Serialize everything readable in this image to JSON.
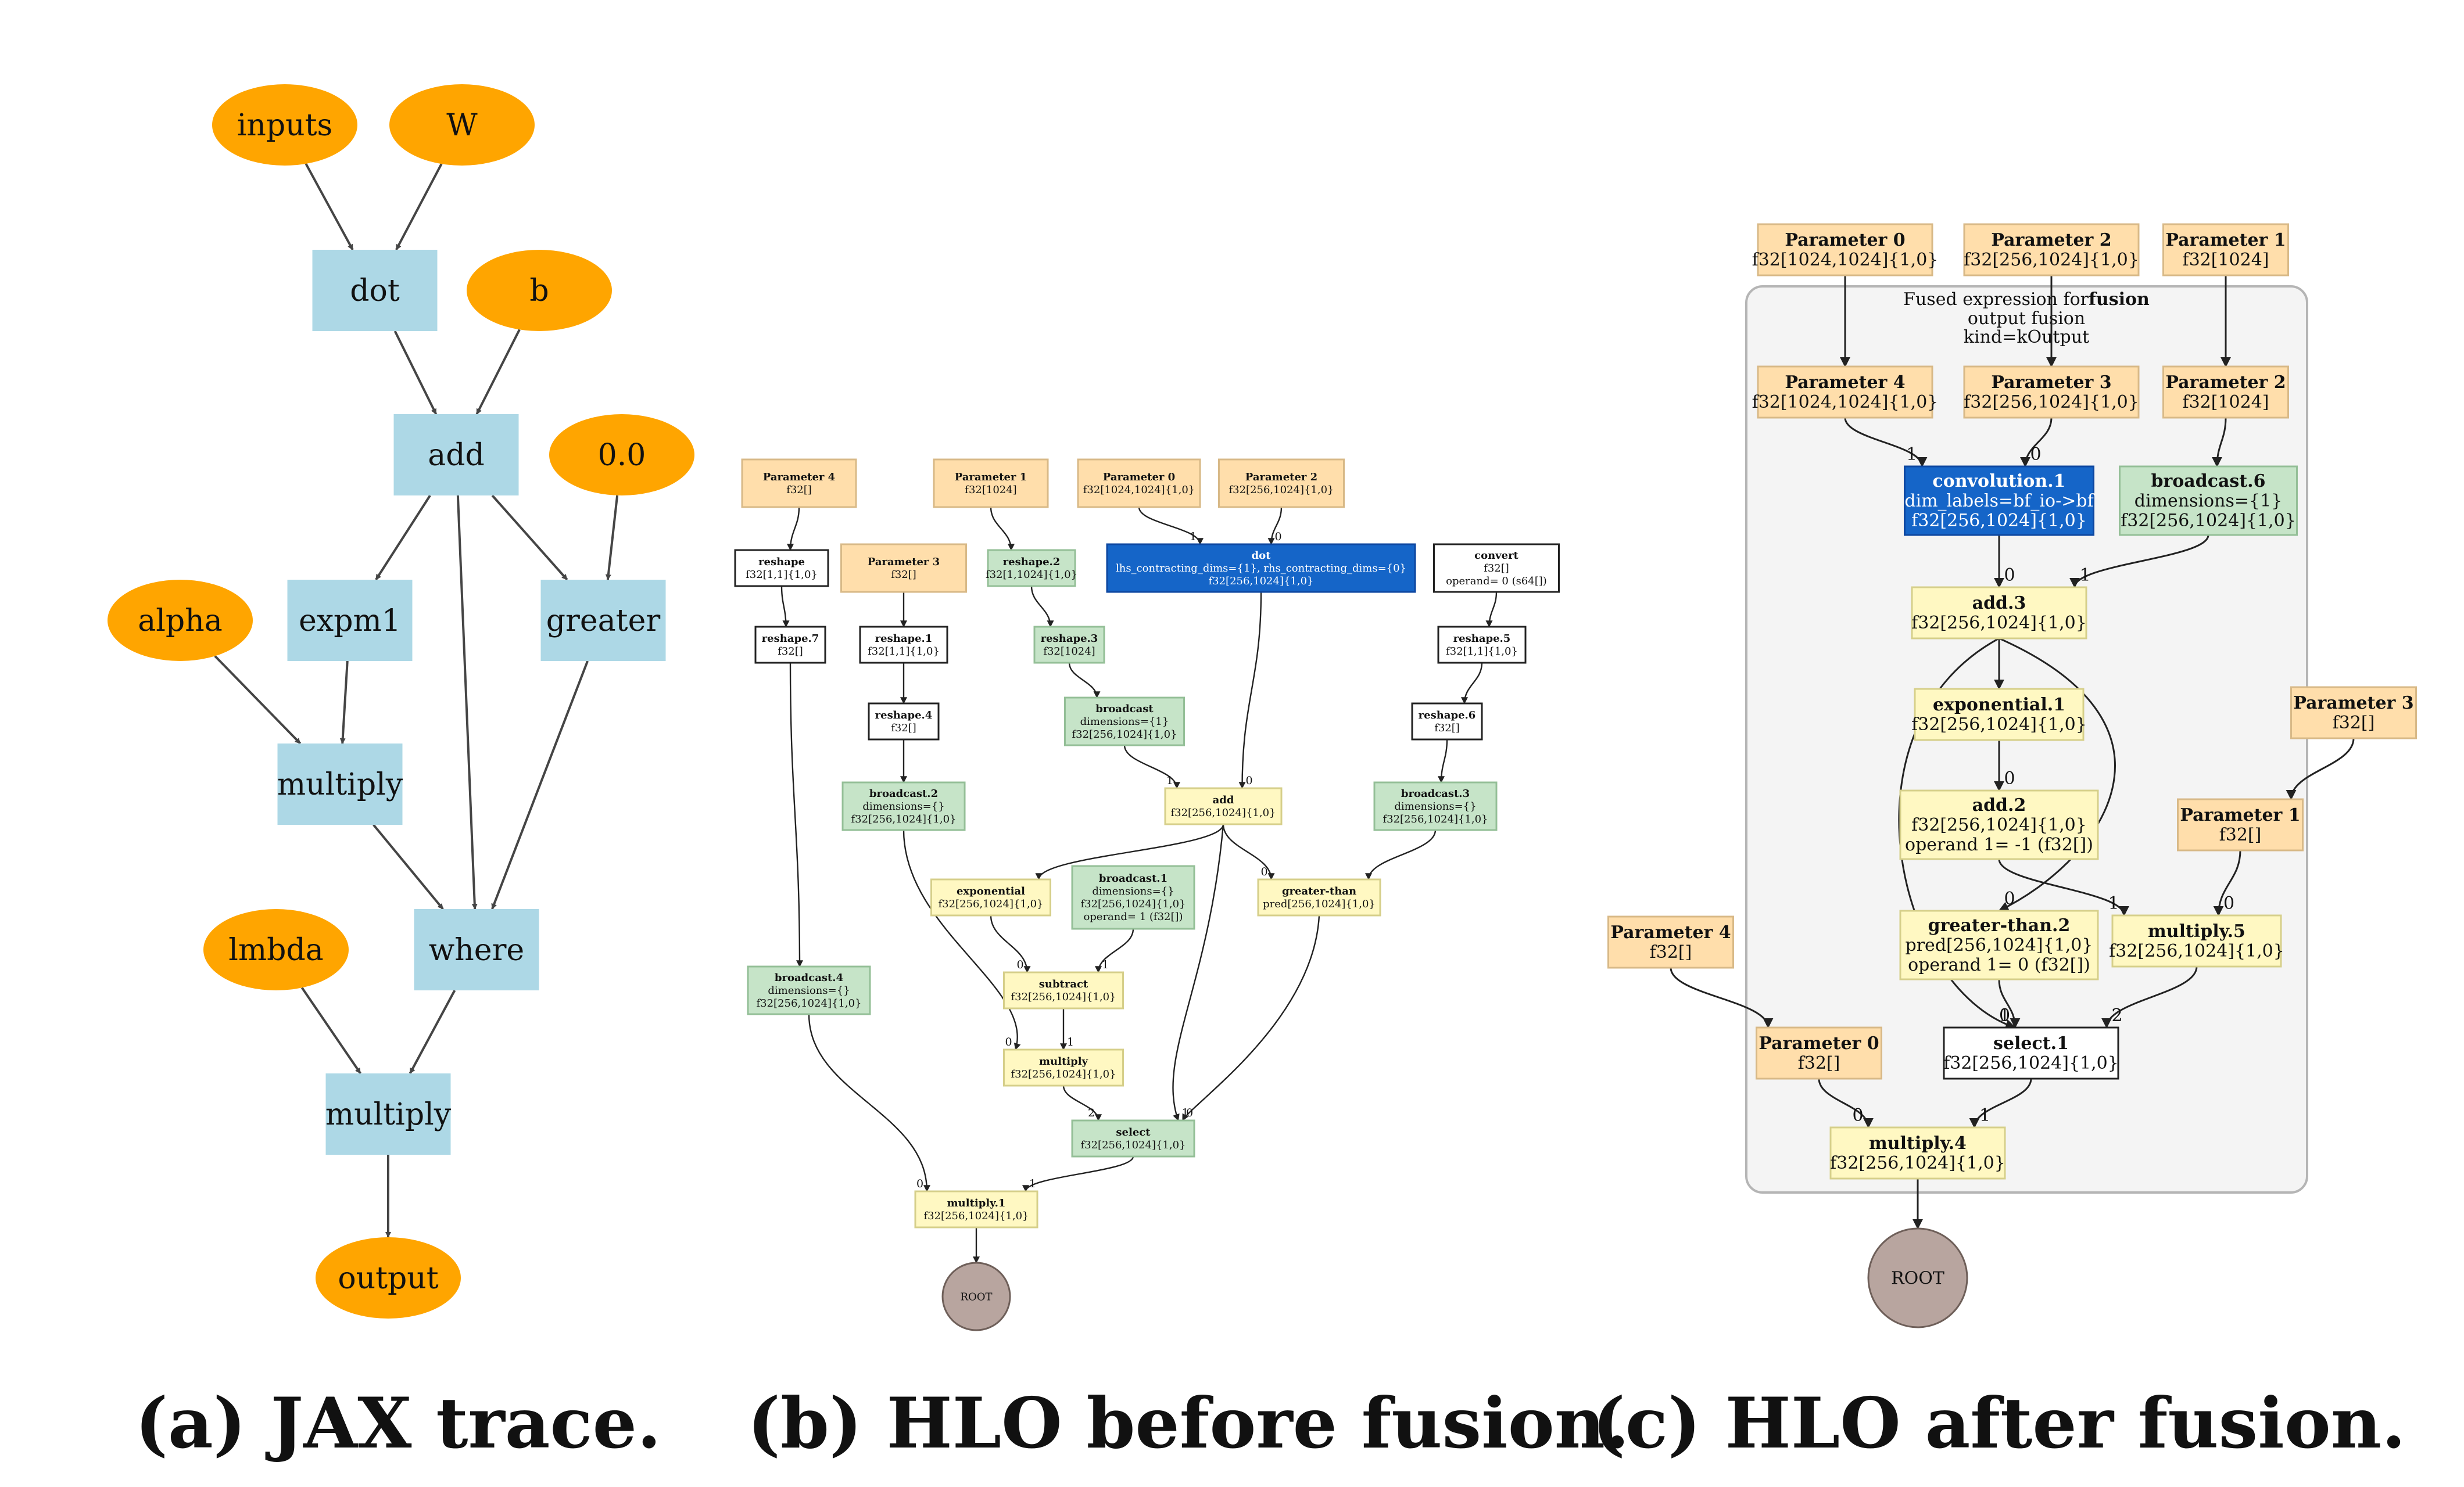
{
  "colors": {
    "jax_input": "#ffa500",
    "jax_op": "#add8e6",
    "param": "#ffdeab",
    "param_border": "#d8b987",
    "yellow": "#fff8c2",
    "yellow_border": "#d6cf8a",
    "green": "#c6e4c8",
    "green_border": "#94bf97",
    "blue": "#1565c8",
    "root": "#b8a59f",
    "cluster": "#f4f4f4",
    "edge_jax": "#454545"
  },
  "captions": {
    "a": "(a) JAX trace.",
    "b": "(b) HLO before fusion.",
    "c": "(c) HLO after fusion."
  },
  "panel_a": {
    "nodes": [
      {
        "id": "inputs",
        "label": "inputs",
        "shape": "ellipse"
      },
      {
        "id": "W",
        "label": "W",
        "shape": "ellipse"
      },
      {
        "id": "dot",
        "label": "dot",
        "shape": "box"
      },
      {
        "id": "b",
        "label": "b",
        "shape": "ellipse"
      },
      {
        "id": "add",
        "label": "add",
        "shape": "box"
      },
      {
        "id": "zero",
        "label": "0.0",
        "shape": "ellipse"
      },
      {
        "id": "alpha",
        "label": "alpha",
        "shape": "ellipse"
      },
      {
        "id": "expm1",
        "label": "expm1",
        "shape": "box"
      },
      {
        "id": "greater",
        "label": "greater",
        "shape": "box"
      },
      {
        "id": "multiply",
        "label": "multiply",
        "shape": "box"
      },
      {
        "id": "where",
        "label": "where",
        "shape": "box"
      },
      {
        "id": "lmbda",
        "label": "lmbda",
        "shape": "ellipse"
      },
      {
        "id": "multiply2",
        "label": "multiply",
        "shape": "box"
      },
      {
        "id": "output",
        "label": "output",
        "shape": "ellipse"
      }
    ],
    "edges": [
      [
        "inputs",
        "dot"
      ],
      [
        "W",
        "dot"
      ],
      [
        "dot",
        "add"
      ],
      [
        "b",
        "add"
      ],
      [
        "add",
        "expm1"
      ],
      [
        "add",
        "where"
      ],
      [
        "add",
        "greater"
      ],
      [
        "zero",
        "greater"
      ],
      [
        "alpha",
        "multiply"
      ],
      [
        "expm1",
        "multiply"
      ],
      [
        "multiply",
        "where"
      ],
      [
        "greater",
        "where"
      ],
      [
        "lmbda",
        "multiply2"
      ],
      [
        "where",
        "multiply2"
      ],
      [
        "multiply2",
        "output"
      ]
    ]
  },
  "panel_b": {
    "nodes": [
      {
        "id": "p4",
        "title": "Parameter 4",
        "lines": [
          "f32[]"
        ],
        "style": "param"
      },
      {
        "id": "p1",
        "title": "Parameter 1",
        "lines": [
          "f32[1024]"
        ],
        "style": "param"
      },
      {
        "id": "p0",
        "title": "Parameter 0",
        "lines": [
          "f32[1024,1024]{1,0}"
        ],
        "style": "param"
      },
      {
        "id": "p2",
        "title": "Parameter 2",
        "lines": [
          "f32[256,1024]{1,0}"
        ],
        "style": "param"
      },
      {
        "id": "reshape",
        "title": "reshape",
        "lines": [
          "f32[1,1]{1,0}"
        ],
        "style": "white"
      },
      {
        "id": "p3",
        "title": "Parameter 3",
        "lines": [
          "f32[]"
        ],
        "style": "param"
      },
      {
        "id": "reshape2",
        "title": "reshape.2",
        "lines": [
          "f32[1,1024]{1,0}"
        ],
        "style": "green"
      },
      {
        "id": "dot",
        "title": "dot",
        "lines": [
          "lhs_contracting_dims={1}, rhs_contracting_dims={0}",
          "f32[256,1024]{1,0}"
        ],
        "style": "blue"
      },
      {
        "id": "convert",
        "title": "convert",
        "lines": [
          "f32[]",
          "operand= 0 (s64[])"
        ],
        "style": "white"
      },
      {
        "id": "reshape7",
        "title": "reshape.7",
        "lines": [
          "f32[]"
        ],
        "style": "white"
      },
      {
        "id": "reshape1",
        "title": "reshape.1",
        "lines": [
          "f32[1,1]{1,0}"
        ],
        "style": "white"
      },
      {
        "id": "reshape3",
        "title": "reshape.3",
        "lines": [
          "f32[1024]"
        ],
        "style": "green"
      },
      {
        "id": "reshape5",
        "title": "reshape.5",
        "lines": [
          "f32[1,1]{1,0}"
        ],
        "style": "white"
      },
      {
        "id": "reshape4",
        "title": "reshape.4",
        "lines": [
          "f32[]"
        ],
        "style": "white"
      },
      {
        "id": "broadcast",
        "title": "broadcast",
        "lines": [
          "dimensions={1}",
          "f32[256,1024]{1,0}"
        ],
        "style": "green"
      },
      {
        "id": "reshape6",
        "title": "reshape.6",
        "lines": [
          "f32[]"
        ],
        "style": "white"
      },
      {
        "id": "broadcast2",
        "title": "broadcast.2",
        "lines": [
          "dimensions={}",
          "f32[256,1024]{1,0}"
        ],
        "style": "green"
      },
      {
        "id": "add",
        "title": "add",
        "lines": [
          "f32[256,1024]{1,0}"
        ],
        "style": "yellow"
      },
      {
        "id": "broadcast3",
        "title": "broadcast.3",
        "lines": [
          "dimensions={}",
          "f32[256,1024]{1,0}"
        ],
        "style": "green"
      },
      {
        "id": "exponential",
        "title": "exponential",
        "lines": [
          "f32[256,1024]{1,0}"
        ],
        "style": "yellow"
      },
      {
        "id": "broadcast1",
        "title": "broadcast.1",
        "lines": [
          "dimensions={}",
          "f32[256,1024]{1,0}",
          "operand= 1 (f32[])"
        ],
        "style": "green"
      },
      {
        "id": "gt",
        "title": "greater-than",
        "lines": [
          "pred[256,1024]{1,0}"
        ],
        "style": "yellow"
      },
      {
        "id": "subtract",
        "title": "subtract",
        "lines": [
          "f32[256,1024]{1,0}"
        ],
        "style": "yellow"
      },
      {
        "id": "broadcast4",
        "title": "broadcast.4",
        "lines": [
          "dimensions={}",
          "f32[256,1024]{1,0}"
        ],
        "style": "green"
      },
      {
        "id": "multiply",
        "title": "multiply",
        "lines": [
          "f32[256,1024]{1,0}"
        ],
        "style": "yellow"
      },
      {
        "id": "select",
        "title": "select",
        "lines": [
          "f32[256,1024]{1,0}"
        ],
        "style": "green"
      },
      {
        "id": "multiply1",
        "title": "multiply.1",
        "lines": [
          "f32[256,1024]{1,0}"
        ],
        "style": "yellow"
      },
      {
        "id": "root",
        "title": "ROOT",
        "lines": [],
        "style": "root"
      }
    ],
    "edges": [
      {
        "from": "p4",
        "to": "reshape"
      },
      {
        "from": "p1",
        "to": "reshape2"
      },
      {
        "from": "p0",
        "to": "dot",
        "label": "1"
      },
      {
        "from": "p2",
        "to": "dot",
        "label": "0"
      },
      {
        "from": "reshape",
        "to": "reshape7"
      },
      {
        "from": "p3",
        "to": "reshape1"
      },
      {
        "from": "reshape2",
        "to": "reshape3"
      },
      {
        "from": "convert",
        "to": "reshape5"
      },
      {
        "from": "reshape1",
        "to": "reshape4"
      },
      {
        "from": "reshape3",
        "to": "broadcast"
      },
      {
        "from": "reshape5",
        "to": "reshape6"
      },
      {
        "from": "reshape4",
        "to": "broadcast2"
      },
      {
        "from": "broadcast",
        "to": "add",
        "label": "1"
      },
      {
        "from": "dot",
        "to": "add",
        "label": "0"
      },
      {
        "from": "reshape6",
        "to": "broadcast3"
      },
      {
        "from": "add",
        "to": "exponential"
      },
      {
        "from": "add",
        "to": "gt",
        "label": "0"
      },
      {
        "from": "broadcast3",
        "to": "gt"
      },
      {
        "from": "exponential",
        "to": "subtract",
        "label": "0"
      },
      {
        "from": "broadcast1",
        "to": "subtract",
        "label": "1"
      },
      {
        "from": "reshape7",
        "to": "broadcast4"
      },
      {
        "from": "broadcast2",
        "to": "multiply",
        "label": "0"
      },
      {
        "from": "subtract",
        "to": "multiply",
        "label": "1"
      },
      {
        "from": "multiply",
        "to": "select",
        "label": "2"
      },
      {
        "from": "add",
        "to": "select",
        "label": "1"
      },
      {
        "from": "gt",
        "to": "select",
        "label": "0"
      },
      {
        "from": "broadcast4",
        "to": "multiply1",
        "label": "0"
      },
      {
        "from": "select",
        "to": "multiply1",
        "label": "1"
      },
      {
        "from": "multiply1",
        "to": "root"
      }
    ]
  },
  "panel_c": {
    "cluster": {
      "line1_prefix": "Fused expression for",
      "line1_bold": "fusion",
      "line2": "output fusion",
      "line3": "kind=kOutput"
    },
    "nodes": [
      {
        "id": "P0",
        "title": "Parameter 0",
        "lines": [
          "f32[1024,1024]{1,0}"
        ],
        "style": "param"
      },
      {
        "id": "P2",
        "title": "Parameter 2",
        "lines": [
          "f32[256,1024]{1,0}"
        ],
        "style": "param"
      },
      {
        "id": "P1",
        "title": "Parameter 1",
        "lines": [
          "f32[1024]"
        ],
        "style": "param"
      },
      {
        "id": "I4",
        "title": "Parameter 4",
        "lines": [
          "f32[1024,1024]{1,0}"
        ],
        "style": "param"
      },
      {
        "id": "I3",
        "title": "Parameter 3",
        "lines": [
          "f32[256,1024]{1,0}"
        ],
        "style": "param"
      },
      {
        "id": "I2",
        "title": "Parameter 2",
        "lines": [
          "f32[1024]"
        ],
        "style": "param"
      },
      {
        "id": "conv",
        "title": "convolution.1",
        "lines": [
          "dim_labels=bf_io->bf",
          "f32[256,1024]{1,0}"
        ],
        "style": "blue"
      },
      {
        "id": "bc6",
        "title": "broadcast.6",
        "lines": [
          "dimensions={1}",
          "f32[256,1024]{1,0}"
        ],
        "style": "green"
      },
      {
        "id": "add3",
        "title": "add.3",
        "lines": [
          "f32[256,1024]{1,0}"
        ],
        "style": "yellow"
      },
      {
        "id": "exp1",
        "title": "exponential.1",
        "lines": [
          "f32[256,1024]{1,0}"
        ],
        "style": "yellow"
      },
      {
        "id": "P3",
        "title": "Parameter 3",
        "lines": [
          "f32[]"
        ],
        "style": "param"
      },
      {
        "id": "add2",
        "title": "add.2",
        "lines": [
          "f32[256,1024]{1,0}",
          "operand 1= -1 (f32[])"
        ],
        "style": "yellow"
      },
      {
        "id": "I1",
        "title": "Parameter 1",
        "lines": [
          "f32[]"
        ],
        "style": "param"
      },
      {
        "id": "gt2",
        "title": "greater-than.2",
        "lines": [
          "pred[256,1024]{1,0}",
          "operand 1= 0 (f32[])"
        ],
        "style": "yellow"
      },
      {
        "id": "mul5",
        "title": "multiply.5",
        "lines": [
          "f32[256,1024]{1,0}"
        ],
        "style": "yellow"
      },
      {
        "id": "P4",
        "title": "Parameter 4",
        "lines": [
          "f32[]"
        ],
        "style": "param"
      },
      {
        "id": "I0",
        "title": "Parameter 0",
        "lines": [
          "f32[]"
        ],
        "style": "param"
      },
      {
        "id": "sel1",
        "title": "select.1",
        "lines": [
          "f32[256,1024]{1,0}"
        ],
        "style": "white"
      },
      {
        "id": "mul4",
        "title": "multiply.4",
        "lines": [
          "f32[256,1024]{1,0}"
        ],
        "style": "yellow"
      },
      {
        "id": "root",
        "title": "ROOT",
        "lines": [],
        "style": "root"
      }
    ],
    "edges": [
      {
        "from": "P0",
        "to": "I4"
      },
      {
        "from": "P2",
        "to": "I3"
      },
      {
        "from": "P1",
        "to": "I2"
      },
      {
        "from": "I4",
        "to": "conv",
        "label": "1"
      },
      {
        "from": "I3",
        "to": "conv",
        "label": "0"
      },
      {
        "from": "I2",
        "to": "bc6"
      },
      {
        "from": "conv",
        "to": "add3",
        "label": "0"
      },
      {
        "from": "bc6",
        "to": "add3",
        "label": "1"
      },
      {
        "from": "add3",
        "to": "exp1"
      },
      {
        "from": "exp1",
        "to": "add2",
        "label": "0"
      },
      {
        "from": "add3",
        "to": "gt2",
        "label": "0"
      },
      {
        "from": "add3",
        "to": "sel1",
        "label": "1"
      },
      {
        "from": "P3",
        "to": "I1"
      },
      {
        "from": "add2",
        "to": "mul5",
        "label": "1"
      },
      {
        "from": "I1",
        "to": "mul5",
        "label": "0"
      },
      {
        "from": "gt2",
        "to": "sel1",
        "label": "0"
      },
      {
        "from": "mul5",
        "to": "sel1",
        "label": "2"
      },
      {
        "from": "P4",
        "to": "I0"
      },
      {
        "from": "I0",
        "to": "mul4",
        "label": "0"
      },
      {
        "from": "sel1",
        "to": "mul4",
        "label": "1"
      },
      {
        "from": "mul4",
        "to": "root"
      }
    ]
  }
}
